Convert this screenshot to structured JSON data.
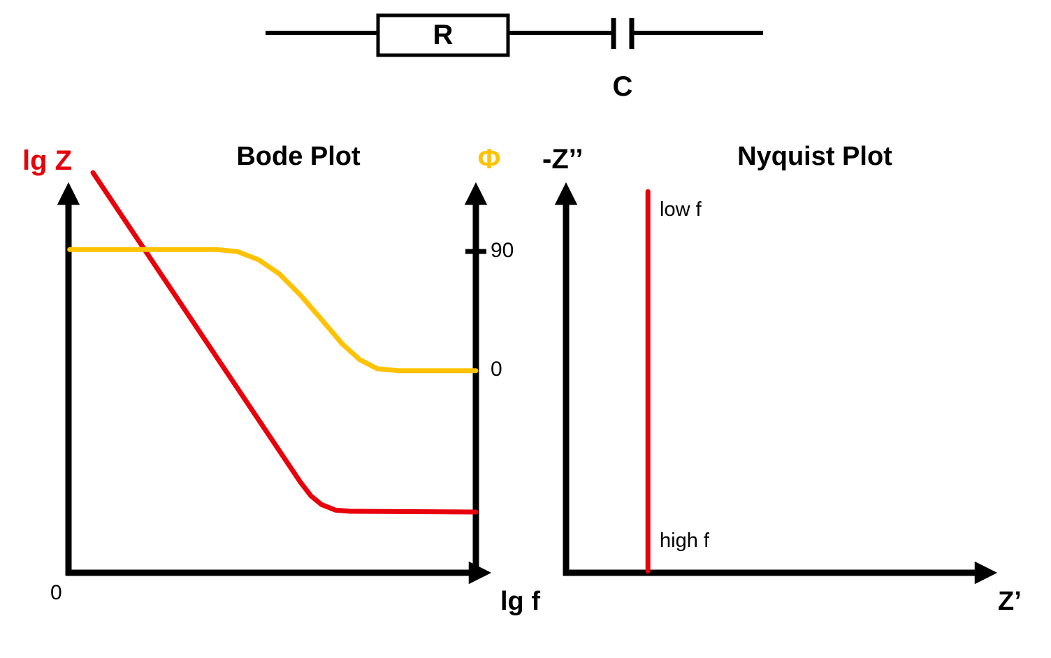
{
  "colors": {
    "red": "#e8000b",
    "yellow": "#fec200",
    "black": "#000000"
  },
  "circuit": {
    "resistor_label": "R",
    "capacitor_label": "C"
  },
  "bode": {
    "title": "Bode Plot",
    "left_axis_label": "lg Z",
    "right_axis_label": "Φ",
    "x_axis_label": "lg f",
    "origin_label": "0",
    "phase_tick_90": "90",
    "phase_tick_0": "0"
  },
  "nyquist": {
    "title": "Nyquist Plot",
    "y_axis_label": "-Z’’",
    "x_axis_label": "Z’",
    "low_f_label": "low f",
    "high_f_label": "high f"
  },
  "chart_data": [
    {
      "name": "bode",
      "type": "line",
      "title": "Bode Plot",
      "xlabel": "lg f",
      "ylabel_left": "lg Z",
      "ylabel_right": "Φ",
      "grid": false,
      "phase_ticks": [
        {
          "label": "90",
          "y_norm": 0.814
        },
        {
          "label": "0",
          "y_norm": 0.512
        }
      ],
      "series": [
        {
          "name": "lgZ",
          "color": "#e8000b",
          "width": 7,
          "axis": "left",
          "description": "Impedance magnitude: falls linearly with lg f (capacitive region) then plateaus at R at high frequency",
          "points_norm": [
            [
              0.06,
              1.014
            ],
            [
              0.569,
              0.23
            ],
            [
              0.595,
              0.195
            ],
            [
              0.621,
              0.173
            ],
            [
              0.655,
              0.159
            ],
            [
              0.69,
              0.156
            ],
            [
              1.0,
              0.154
            ]
          ]
        },
        {
          "name": "phase",
          "color": "#fec200",
          "width": 7,
          "axis": "right",
          "description": "Phase angle: 90 degrees at low frequency, S-shaped fall to 0 degrees at high frequency",
          "points_norm": [
            [
              0.003,
              0.819
            ],
            [
              0.364,
              0.819
            ],
            [
              0.415,
              0.814
            ],
            [
              0.467,
              0.793
            ],
            [
              0.518,
              0.757
            ],
            [
              0.569,
              0.704
            ],
            [
              0.621,
              0.642
            ],
            [
              0.672,
              0.58
            ],
            [
              0.715,
              0.54
            ],
            [
              0.758,
              0.517
            ],
            [
              0.81,
              0.512
            ],
            [
              1.0,
              0.512
            ]
          ]
        }
      ]
    },
    {
      "name": "nyquist",
      "type": "line",
      "title": "Nyquist Plot",
      "xlabel": "Z’",
      "ylabel": "-Z’’",
      "grid": false,
      "series": [
        {
          "name": "nyquist-line",
          "color": "#e8000b",
          "width": 7,
          "description": "Vertical line at Z' = R: high f at bottom near real axis, low f at top",
          "points_norm": [
            [
              0.189,
              0.004
            ],
            [
              0.189,
              0.966
            ]
          ]
        }
      ],
      "annotations": [
        {
          "text": "low f",
          "position": "top-of-line"
        },
        {
          "text": "high f",
          "position": "bottom-of-line"
        }
      ]
    }
  ]
}
